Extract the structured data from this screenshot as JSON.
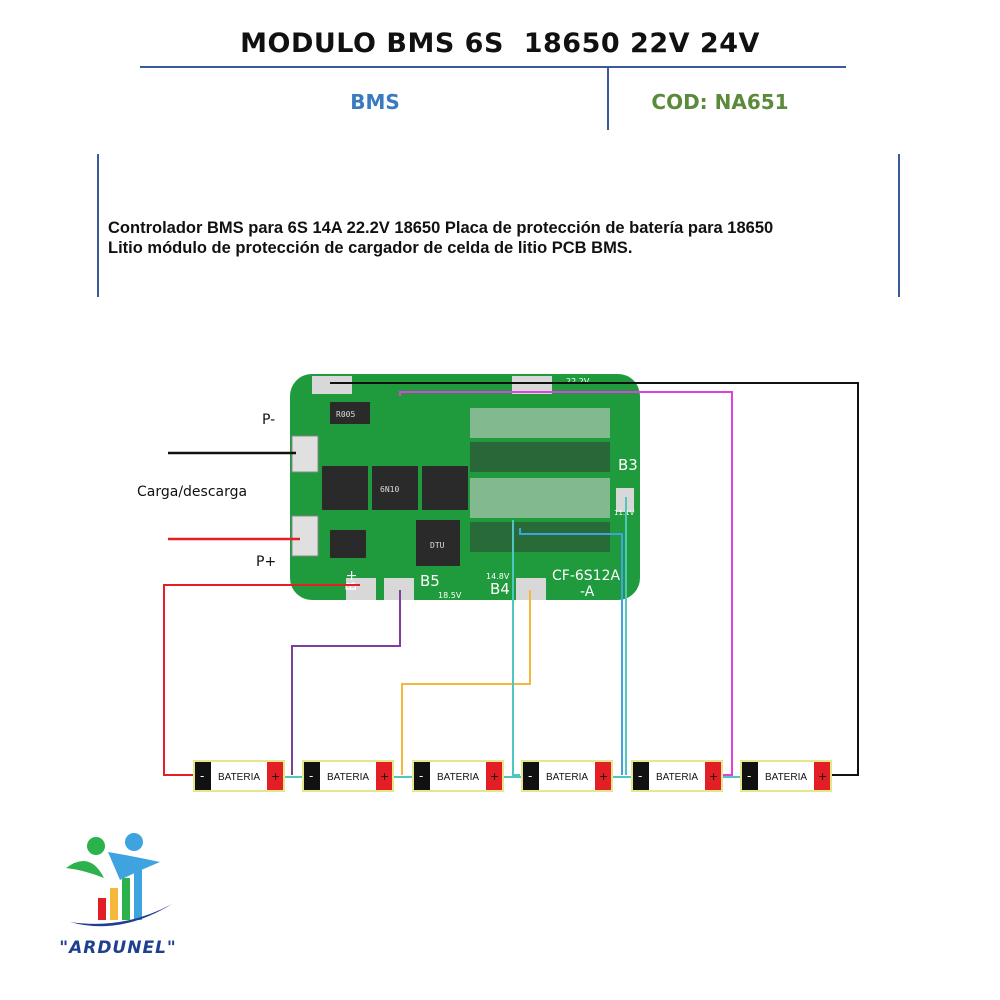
{
  "header": {
    "title": "MODULO BMS 6S  18650 22V 24V",
    "category": "BMS",
    "code": "COD: NA651"
  },
  "description": {
    "line1": "Controlador BMS para 6S 14A 22.2V 18650 Placa de protección de batería para 18650",
    "line2": "Litio módulo de protección de cargador de celda de litio PCB BMS."
  },
  "labels": {
    "p_minus": "P-",
    "charge": "Carga/descarga",
    "p_plus": "P+"
  },
  "board": {
    "model": "CF-6S12A",
    "model_suffix": "-A",
    "pad_b_plus": "B+",
    "pad_b5": "B5",
    "pad_b4": "B4",
    "pad_b3": "B3",
    "v_b5": "18.5V",
    "v_b4": "14.8V",
    "v_b3": "11.1V",
    "v_top": "22.2V",
    "chip_a": "R005",
    "chip_b": "6N10",
    "chip_c": "DTU"
  },
  "batteries": [
    {
      "label": "BATERIA",
      "neg": "-",
      "pos": "+"
    },
    {
      "label": "BATERIA",
      "neg": "-",
      "pos": "+"
    },
    {
      "label": "BATERIA",
      "neg": "-",
      "pos": "+"
    },
    {
      "label": "BATERIA",
      "neg": "-",
      "pos": "+"
    },
    {
      "label": "BATERIA",
      "neg": "-",
      "pos": "+"
    },
    {
      "label": "BATERIA",
      "neg": "-",
      "pos": "+"
    }
  ],
  "wire_colors": {
    "black": "#111111",
    "red": "#e31e24",
    "purple": "#7b3fa0",
    "orange": "#f6b83b",
    "cyan": "#4fc6c0",
    "blue": "#3fa3e0",
    "magenta": "#e040e0"
  },
  "logo": {
    "text": "\"ARDUNEL\"",
    "icon": "people-chart-logo"
  }
}
